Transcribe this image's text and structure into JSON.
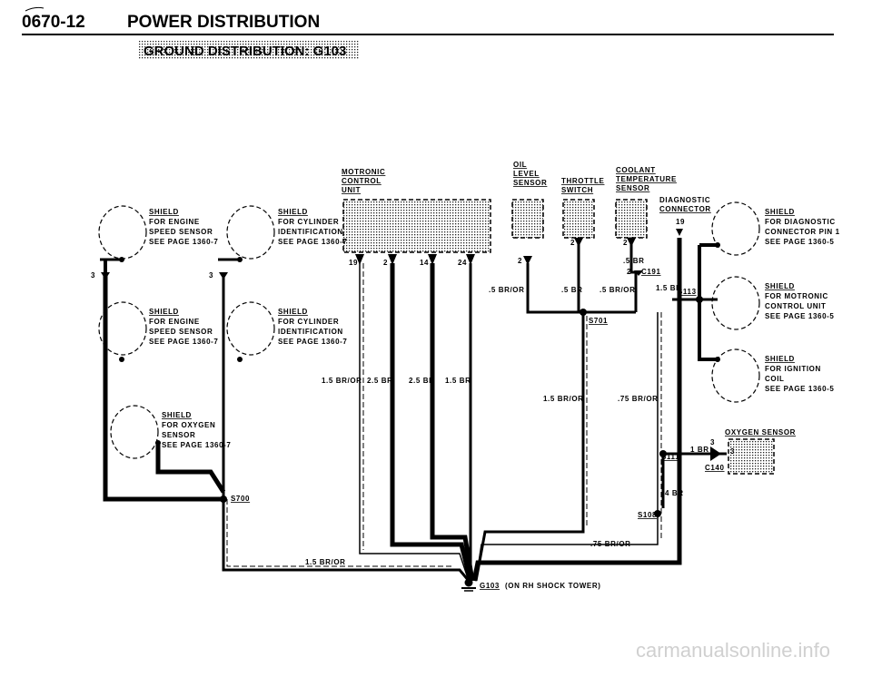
{
  "header": {
    "code": "0670-12",
    "title": "POWER DISTRIBUTION"
  },
  "subtitle": "GROUND DISTRIBUTION: G103",
  "components": {
    "motronic": [
      "MOTRONIC",
      "CONTROL",
      "UNIT"
    ],
    "oil": [
      "OIL",
      "LEVEL",
      "SENSOR"
    ],
    "throttle": [
      "THROTTLE",
      "SWITCH"
    ],
    "coolant": [
      "COOLANT",
      "TEMPERATURE",
      "SENSOR"
    ],
    "diagnostic": [
      "DIAGNOSTIC",
      "CONNECTOR"
    ],
    "oxygen": "OXYGEN SENSOR"
  },
  "shields": {
    "s1": [
      "SHIELD",
      "FOR ENGINE",
      "SPEED SENSOR",
      "SEE PAGE 1360-7"
    ],
    "s2": [
      "SHIELD",
      "FOR CYLINDER",
      "IDENTIFICATION",
      "SEE PAGE 1360-7"
    ],
    "s3": [
      "SHIELD",
      "FOR ENGINE",
      "SPEED SENSOR",
      "SEE PAGE 1360-7"
    ],
    "s4": [
      "SHIELD",
      "FOR CYLINDER",
      "IDENTIFICATION",
      "SEE PAGE 1360-7"
    ],
    "s5": [
      "SHIELD",
      "FOR OXYGEN",
      "SENSOR",
      "SEE PAGE 1360-7"
    ],
    "s6": [
      "SHIELD",
      "FOR DIAGNOSTIC",
      "CONNECTOR PIN 1",
      "SEE PAGE 1360-5"
    ],
    "s7": [
      "SHIELD",
      "FOR MOTRONIC",
      "CONTROL UNIT",
      "SEE PAGE 1360-5"
    ],
    "s8": [
      "SHIELD",
      "FOR IGNITION",
      "COIL",
      "SEE PAGE 1360-5"
    ]
  },
  "pins": {
    "m19": "19",
    "m2": "2",
    "m14": "14",
    "m24": "24",
    "oil2": "2",
    "thr2": "2",
    "cool2": "2",
    "c191pin": "2",
    "diag19": "19",
    "ox3a": "3",
    "ox3b": "3",
    "leftA": "3",
    "leftB": "3"
  },
  "wires": {
    "w1": "1.5 BR/OR",
    "w2": "2.5 BR",
    "w3": "2.5 BR",
    "w4": "1.5 BR",
    "w5": ".5 BR/OR",
    "w6": ".5 BR",
    "w7": ".5 BR/OR",
    "w8": ".5 BR",
    "w9": "1.5 BR",
    "w10": "1.5 BR/OR",
    "w11": ".75 BR/OR",
    "w12": "1 BR",
    "w13": "4 BR",
    "w14": ".75 BR/OR",
    "w15": "1.5 BR/OR"
  },
  "splices": {
    "s700": "S700",
    "s701": "S701",
    "s113": "S113",
    "s111": "S111",
    "s108": "S108",
    "c191": "C191",
    "c140": "C140"
  },
  "ground": {
    "id": "G103",
    "note": "(ON RH SHOCK TOWER)"
  },
  "watermark": "carmanualsonline.info"
}
